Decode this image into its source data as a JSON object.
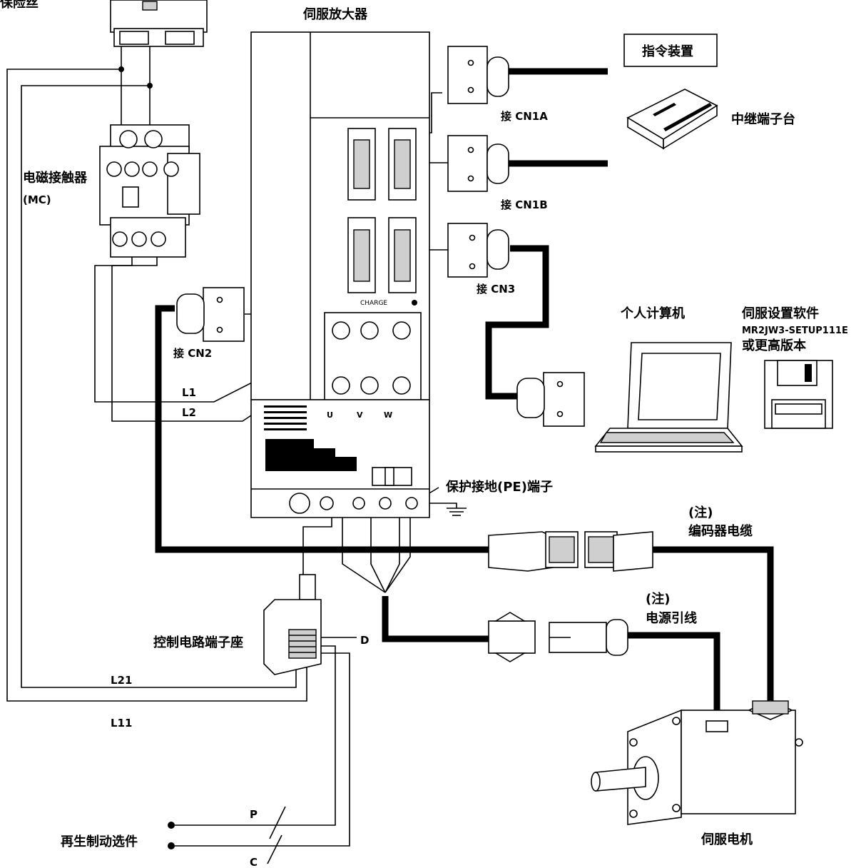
{
  "labels": {
    "breaker": "保险丝",
    "servo_amplifier": "伺服放大器",
    "command_device": "指令装置",
    "relay_terminal": "中继端子台",
    "to_cn1a": "接 CN1A",
    "to_cn1b": "接 CN1B",
    "to_cn3": "接 CN3",
    "to_cn2": "接 CN2",
    "mc_line1": "电磁接触器",
    "mc_line2": "(MC)",
    "l1": "L1",
    "l2": "L2",
    "u": "U",
    "v": "V",
    "w": "W",
    "charge": "CHARGE",
    "pe_terminal": "保护接地(PE)端子",
    "pc": "个人计算机",
    "software_line1": "伺服设置软件",
    "software_line2": "MR2JW3-SETUP111E",
    "software_line3": "或更高版本",
    "note_encoder": "(注)",
    "encoder_cable": "编码器电缆",
    "note_power": "(注)",
    "power_lead": "电源引线",
    "control_terminal": "控制电路端子座",
    "d": "D",
    "l21": "L21",
    "l11": "L11",
    "p": "P",
    "c": "C",
    "regen_option": "再生制动选件",
    "servo_motor": "伺服电机"
  }
}
